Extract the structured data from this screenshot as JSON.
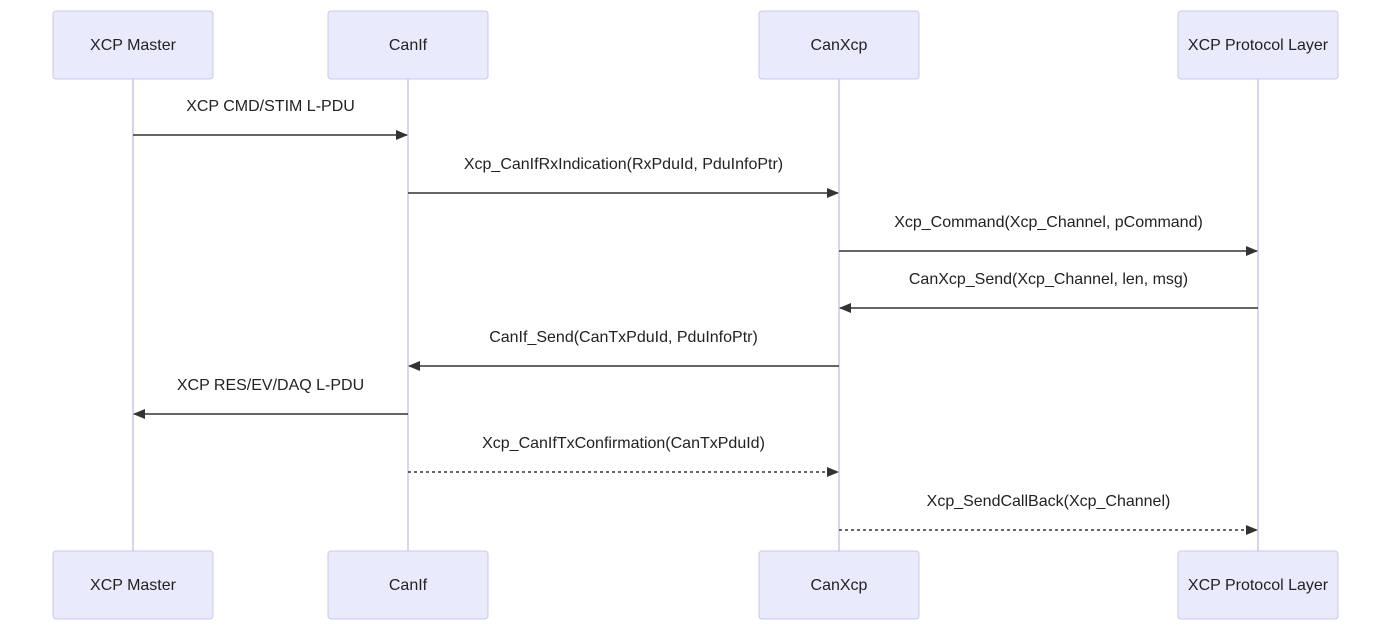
{
  "participants": [
    {
      "id": "master",
      "label": "XCP Master"
    },
    {
      "id": "canif",
      "label": "CanIf"
    },
    {
      "id": "canxcp",
      "label": "CanXcp"
    },
    {
      "id": "protocol",
      "label": "XCP Protocol Layer"
    }
  ],
  "messages": [
    {
      "from": "master",
      "to": "canif",
      "label": "XCP CMD/STIM L-PDU",
      "style": "solid"
    },
    {
      "from": "canif",
      "to": "canxcp",
      "label": "Xcp_CanIfRxIndication(RxPduId, PduInfoPtr)",
      "style": "solid"
    },
    {
      "from": "canxcp",
      "to": "protocol",
      "label": "Xcp_Command(Xcp_Channel, pCommand)",
      "style": "solid"
    },
    {
      "from": "protocol",
      "to": "canxcp",
      "label": "CanXcp_Send(Xcp_Channel, len, msg)",
      "style": "solid"
    },
    {
      "from": "canxcp",
      "to": "canif",
      "label": "CanIf_Send(CanTxPduId, PduInfoPtr)",
      "style": "solid"
    },
    {
      "from": "canif",
      "to": "master",
      "label": "XCP RES/EV/DAQ L-PDU",
      "style": "solid"
    },
    {
      "from": "canif",
      "to": "canxcp",
      "label": "Xcp_CanIfTxConfirmation(CanTxPduId)",
      "style": "dashed"
    },
    {
      "from": "canxcp",
      "to": "protocol",
      "label": "Xcp_SendCallBack(Xcp_Channel)",
      "style": "dashed"
    }
  ],
  "colors": {
    "box_fill": "#eaeafd",
    "box_stroke": "#c8c8ea",
    "lifeline": "#d6d6ee",
    "arrow": "#333333",
    "text": "#222222"
  }
}
